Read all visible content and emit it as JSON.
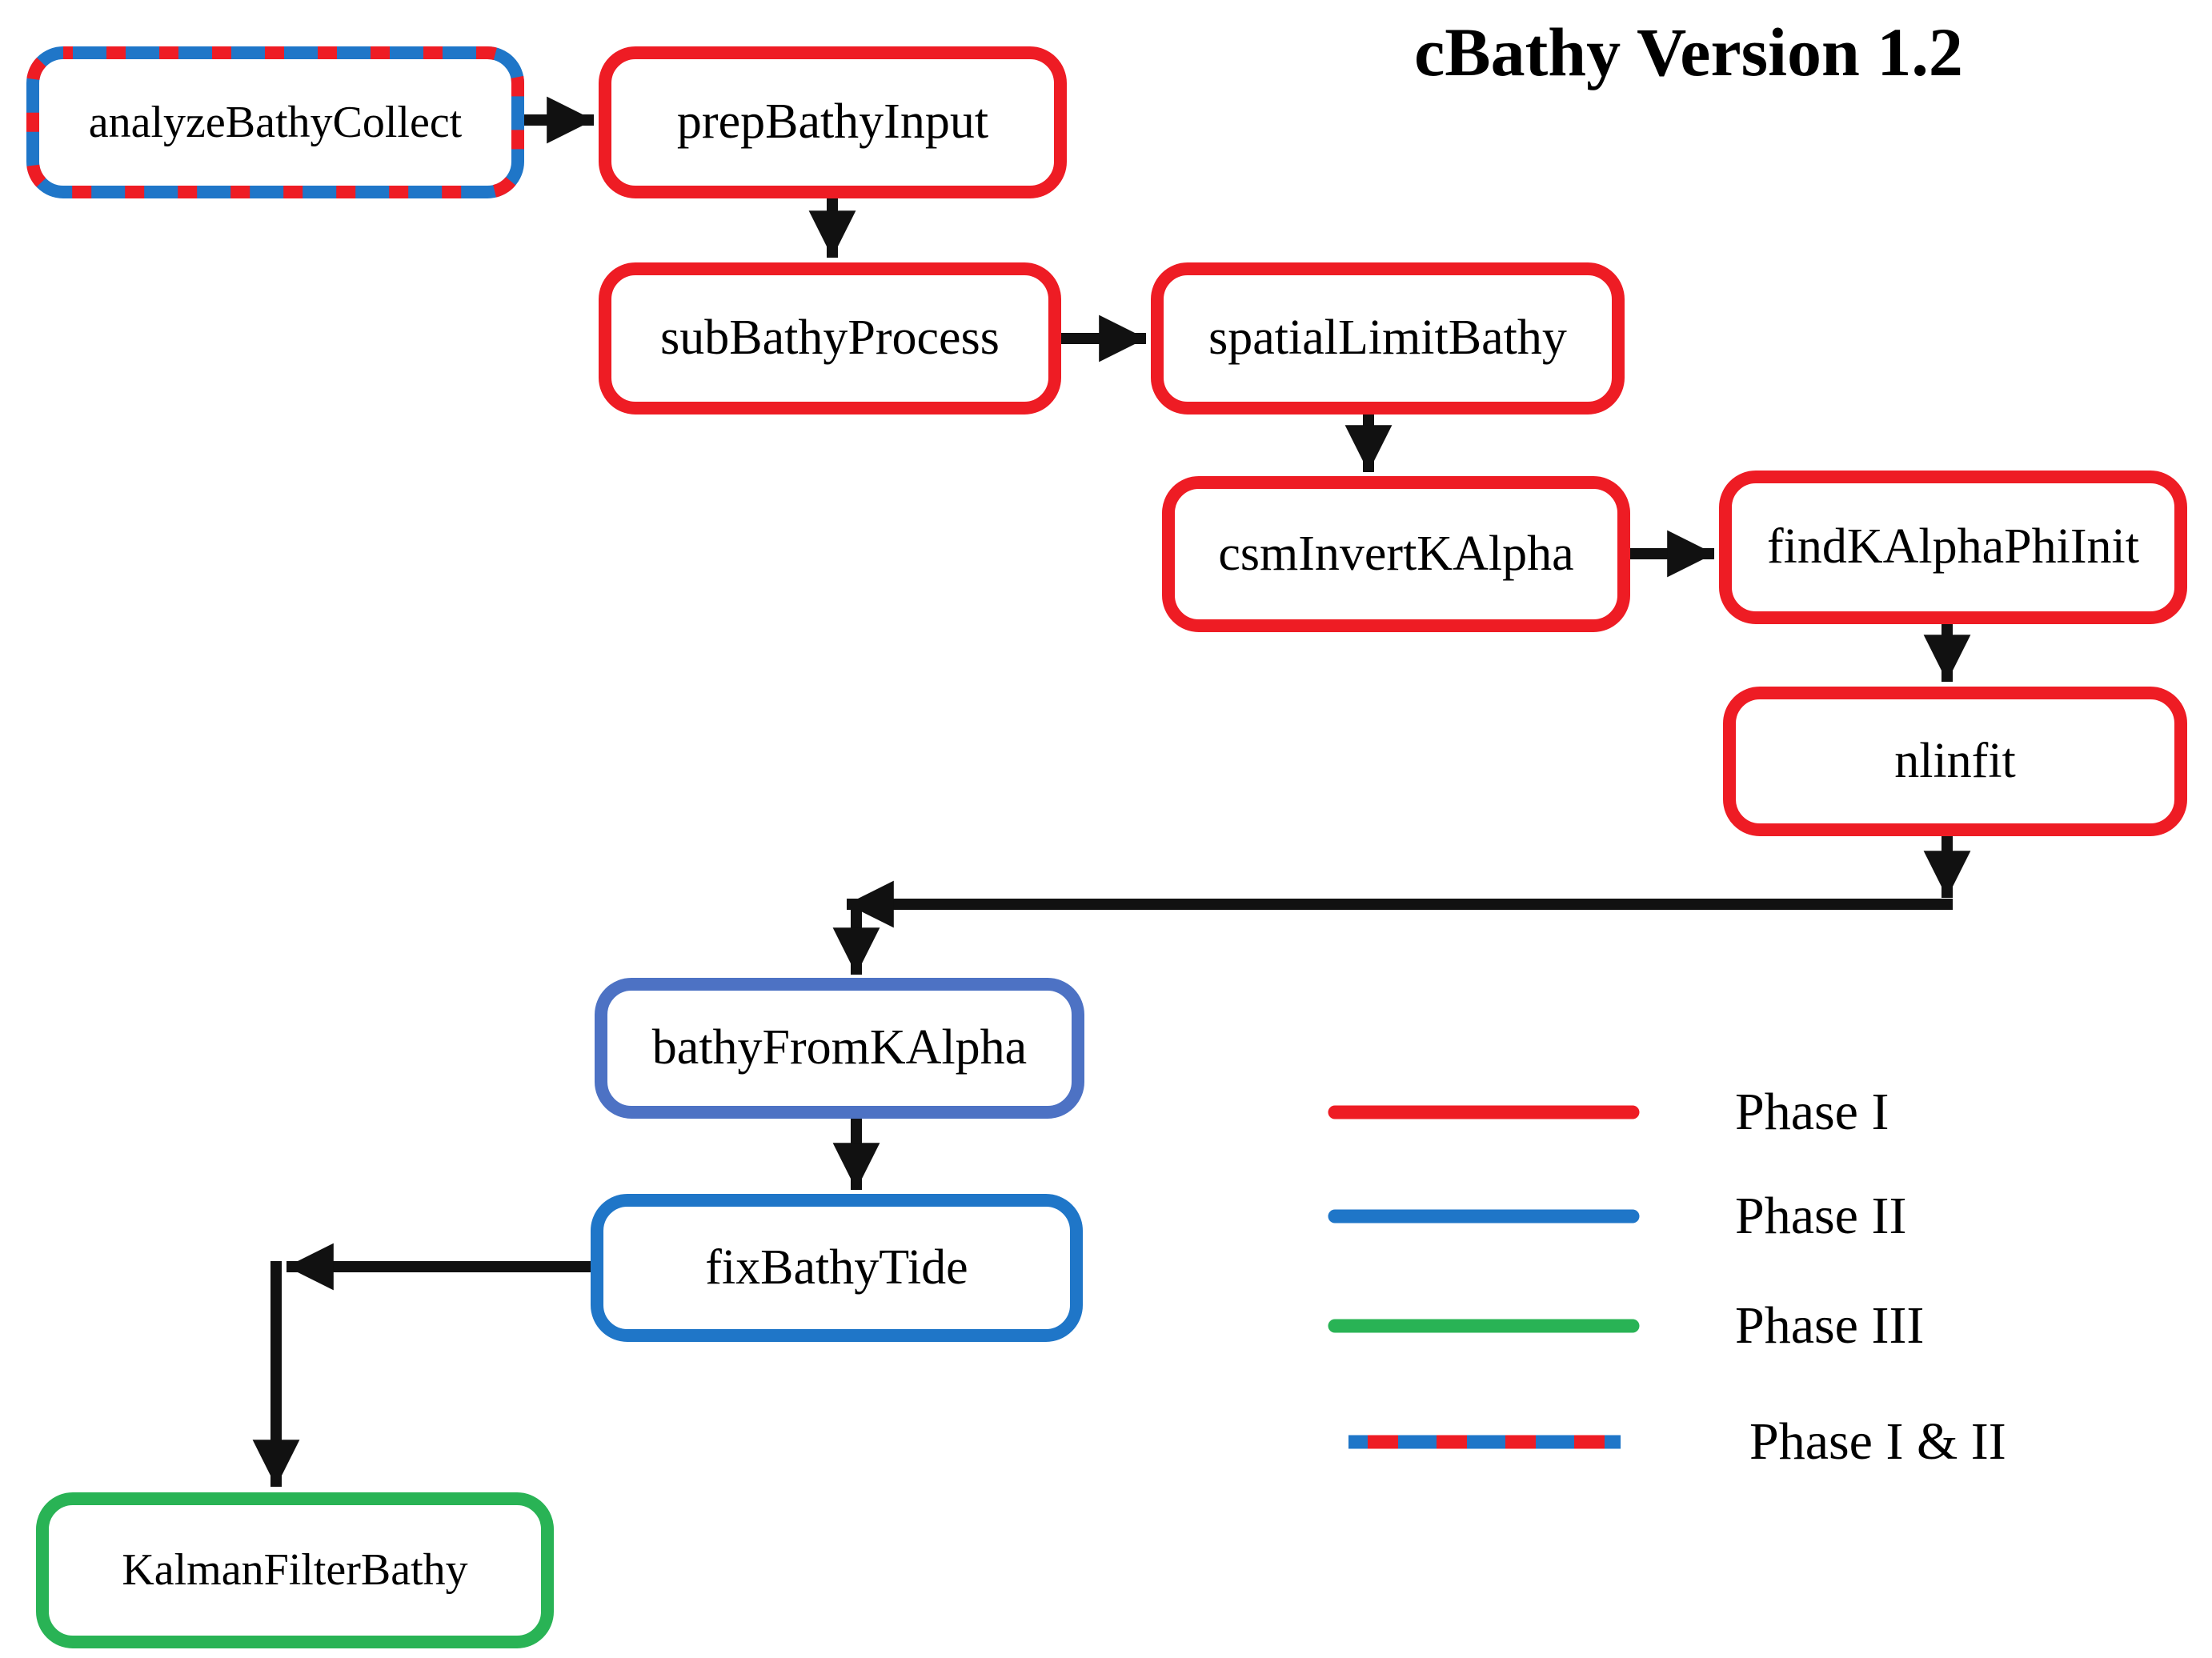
{
  "title": "cBathy Version 1.2",
  "diagram_type": "flowchart",
  "nodes": [
    {
      "id": "analyzeBathyCollect",
      "label": "analyzeBathyCollect",
      "phase": "Phase I & II",
      "border_style": "dashed-red-blue",
      "border_color": "#1f76c8",
      "dash_color": "#ee1c24"
    },
    {
      "id": "prepBathyInput",
      "label": "prepBathyInput",
      "phase": "Phase I",
      "border_style": "solid",
      "border_color": "#ee1c24"
    },
    {
      "id": "subBathyProcess",
      "label": "subBathyProcess",
      "phase": "Phase I",
      "border_style": "solid",
      "border_color": "#ee1c24"
    },
    {
      "id": "spatialLimitBathy",
      "label": "spatialLimitBathy",
      "phase": "Phase I",
      "border_style": "solid",
      "border_color": "#ee1c24"
    },
    {
      "id": "csmInvertKAlpha",
      "label": "csmInvertKAlpha",
      "phase": "Phase I",
      "border_style": "solid",
      "border_color": "#ee1c24"
    },
    {
      "id": "findKAlphaPhiInit",
      "label": "findKAlphaPhiInit",
      "phase": "Phase I",
      "border_style": "solid",
      "border_color": "#ee1c24"
    },
    {
      "id": "nlinfit",
      "label": "nlinfit",
      "phase": "Phase I",
      "border_style": "solid",
      "border_color": "#ee1c24"
    },
    {
      "id": "bathyFromKAlpha",
      "label": "bathyFromKAlpha",
      "phase": "Phase II",
      "border_style": "solid",
      "border_color": "#4d72c4"
    },
    {
      "id": "fixBathyTide",
      "label": "fixBathyTide",
      "phase": "Phase II",
      "border_style": "solid",
      "border_color": "#1f76c8"
    },
    {
      "id": "KalmanFilterBathy",
      "label": "KalmanFilterBathy",
      "phase": "Phase III",
      "border_style": "solid",
      "border_color": "#29b355"
    }
  ],
  "edges": [
    {
      "from": "analyzeBathyCollect",
      "to": "prepBathyInput"
    },
    {
      "from": "prepBathyInput",
      "to": "subBathyProcess"
    },
    {
      "from": "subBathyProcess",
      "to": "spatialLimitBathy"
    },
    {
      "from": "spatialLimitBathy",
      "to": "csmInvertKAlpha"
    },
    {
      "from": "csmInvertKAlpha",
      "to": "findKAlphaPhiInit"
    },
    {
      "from": "findKAlphaPhiInit",
      "to": "nlinfit"
    },
    {
      "from": "nlinfit",
      "to": "bathyFromKAlpha"
    },
    {
      "from": "bathyFromKAlpha",
      "to": "fixBathyTide"
    },
    {
      "from": "fixBathyTide",
      "to": "KalmanFilterBathy"
    }
  ],
  "legend": {
    "items": [
      {
        "label": "Phase I",
        "color": "#ee1c24",
        "style": "solid"
      },
      {
        "label": "Phase II",
        "color": "#1f76c8",
        "style": "solid"
      },
      {
        "label": "Phase III",
        "color": "#29b355",
        "style": "solid"
      },
      {
        "label": "Phase I & II",
        "color": "#1f76c8",
        "dash_color": "#ee1c24",
        "style": "dashed-red-blue"
      }
    ]
  },
  "colors": {
    "arrow": "#111111",
    "background": "#ffffff",
    "text": "#000000"
  }
}
